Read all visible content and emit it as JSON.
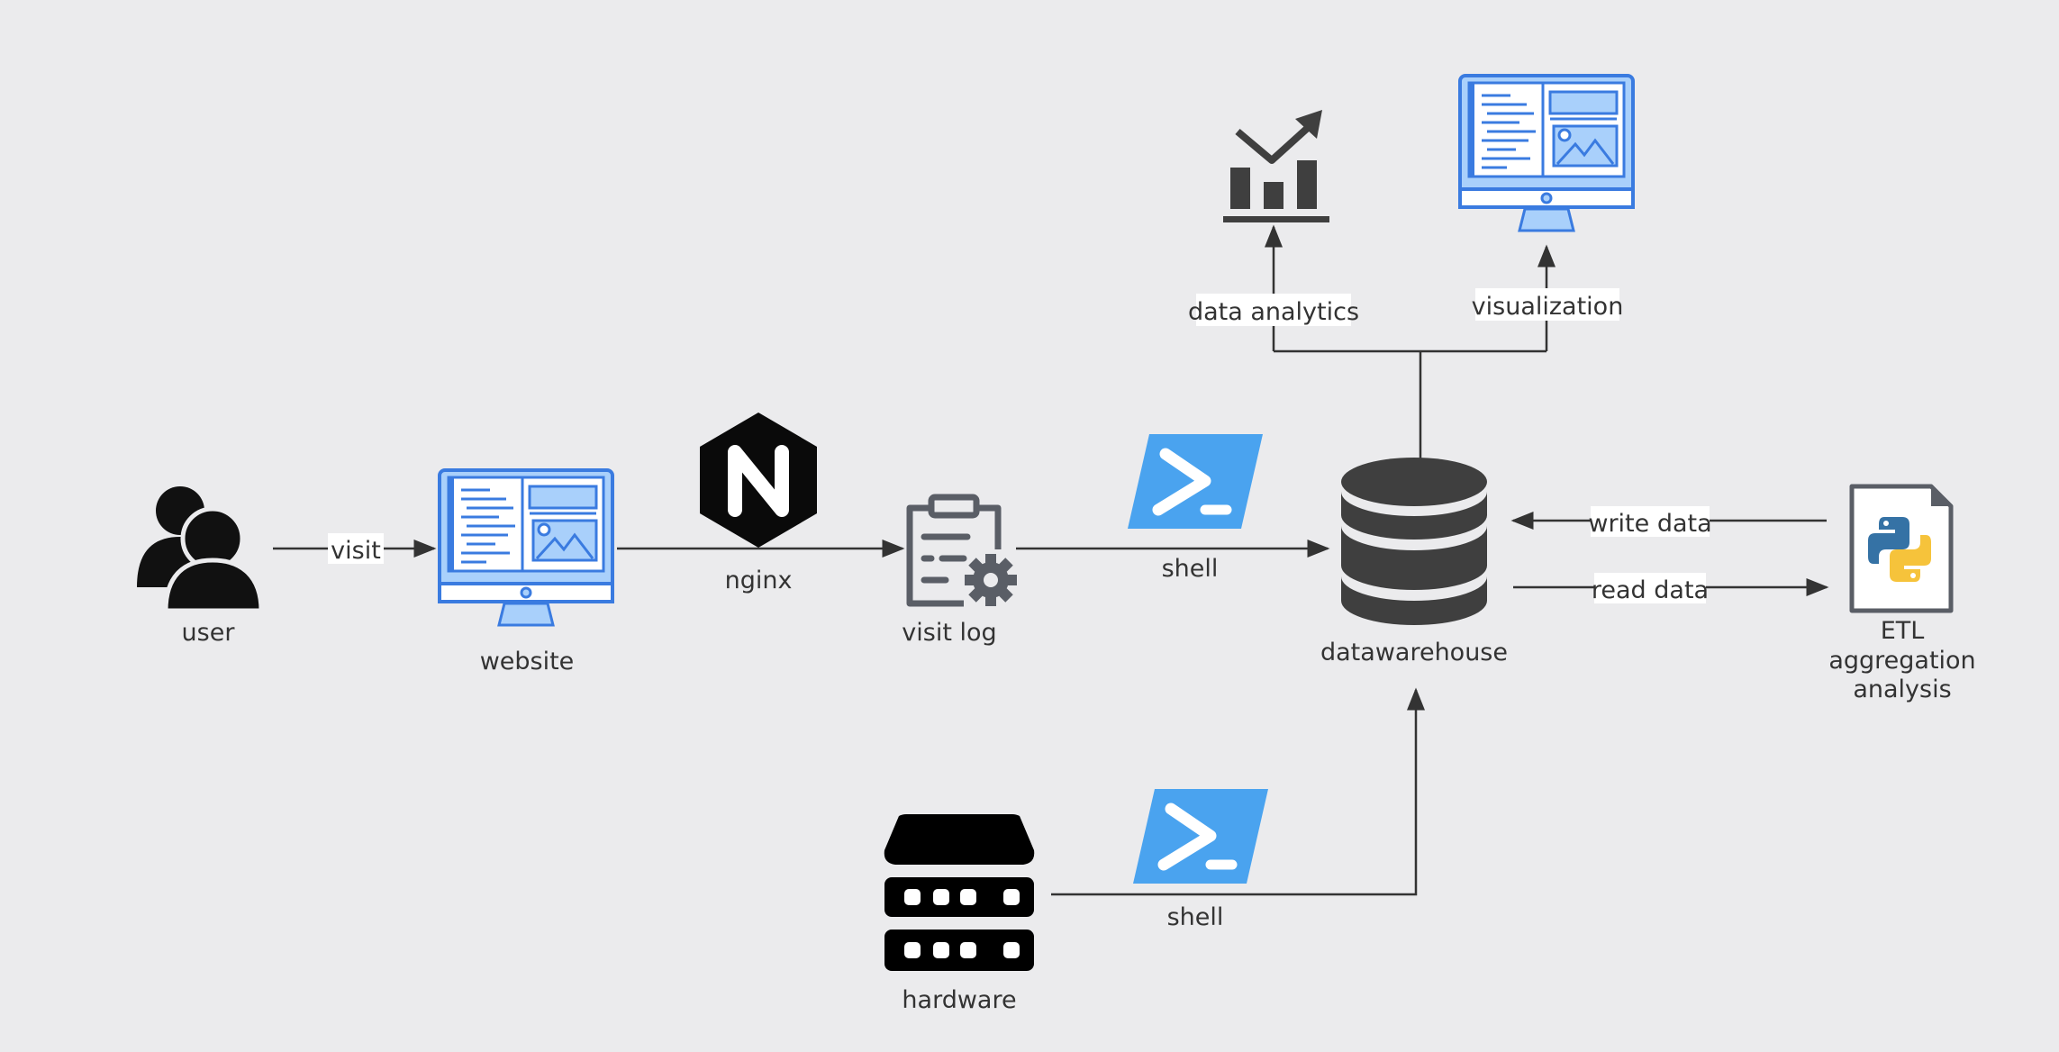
{
  "nodes": {
    "user": {
      "label": "user",
      "icon": "users-icon"
    },
    "website": {
      "label": "website",
      "icon": "monitor-webpage-icon"
    },
    "nginx": {
      "label": "nginx",
      "icon": "nginx-logo-icon"
    },
    "visit_log": {
      "label": "visit log",
      "icon": "clipboard-gear-icon"
    },
    "shell_top": {
      "label": "shell",
      "icon": "powershell-icon"
    },
    "datawarehouse": {
      "label": "datawarehouse",
      "icon": "database-icon"
    },
    "etl": {
      "label_lines": [
        "ETL",
        "aggregation",
        "analysis"
      ],
      "icon": "python-file-icon"
    },
    "data_analytics": {
      "icon": "chart-trend-up-icon"
    },
    "visualization": {
      "icon": "monitor-webpage-icon"
    },
    "hardware": {
      "label": "hardware",
      "icon": "server-icon"
    },
    "shell_bottom": {
      "label": "shell",
      "icon": "powershell-icon"
    }
  },
  "edges": {
    "visit": "visit",
    "data_analytics": "data analytics",
    "visualization": "visualization",
    "write_data": "write data",
    "read_data": "read data"
  },
  "colors": {
    "background": "#ebebed",
    "line": "#333333",
    "accent_blue": "#4aa3ef",
    "monitor_blue": "#3a7be0",
    "dark_icon": "#3f3f3f",
    "python_blue": "#3572a5",
    "python_yellow": "#f6c33b"
  }
}
